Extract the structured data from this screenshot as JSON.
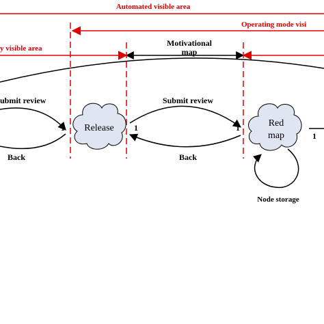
{
  "colors": {
    "boundary": "#e00000",
    "cloud_fill": "#dfe6f2",
    "line": "#000000"
  },
  "areas": {
    "automated": "Automated visible area",
    "operating_mode": "Operating mode visi",
    "manual": "y visible area"
  },
  "motivational_map": {
    "line1": "Motivational",
    "line2": "map"
  },
  "nodes": {
    "release": "Release",
    "red_map_line1": "Red",
    "red_map_line2": "map",
    "node_storage": "Node storage"
  },
  "edges": {
    "left_submit": "ubmit review",
    "left_back": "Back",
    "mid_submit": "Submit review",
    "mid_back": "Back"
  },
  "weights": {
    "w1": "1",
    "w2": "1",
    "w3": "1",
    "w4": "1"
  }
}
